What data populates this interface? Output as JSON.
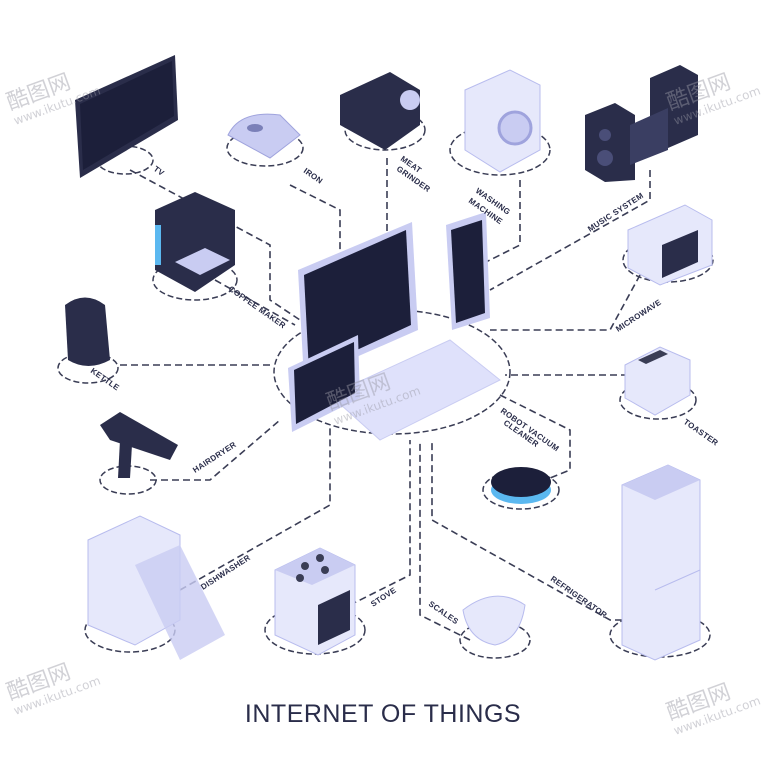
{
  "title": "INTERNET OF THINGS",
  "devices": {
    "tv": "TV",
    "iron": "IRON",
    "meat_grinder_1": "MEAT",
    "meat_grinder_2": "GRINDER",
    "washing_machine_1": "WASHING",
    "washing_machine_2": "MACHINE",
    "music_system": "MUSIC SYSTEM",
    "microwave": "MICROWAVE",
    "toaster": "TOASTER",
    "robot_vacuum_1": "ROBOT VACUUM",
    "robot_vacuum_2": "CLEANER",
    "refrigerator": "REFRIGERATOR",
    "scales": "SCALES",
    "stove": "STOVE",
    "dishwasher": "DISHWASHER",
    "hairdryer": "HAIRDRYER",
    "kettle": "KETTLE",
    "coffee_maker": "COFFEE MAKER"
  },
  "watermark": {
    "brand": "酷图网",
    "url": "www.ikutu.com"
  },
  "colors": {
    "dark": "#1c1f3a",
    "light": "#c9ccf2",
    "pale": "#e6e8fb",
    "accent": "#5bb8f0",
    "line": "#3a3d55"
  }
}
